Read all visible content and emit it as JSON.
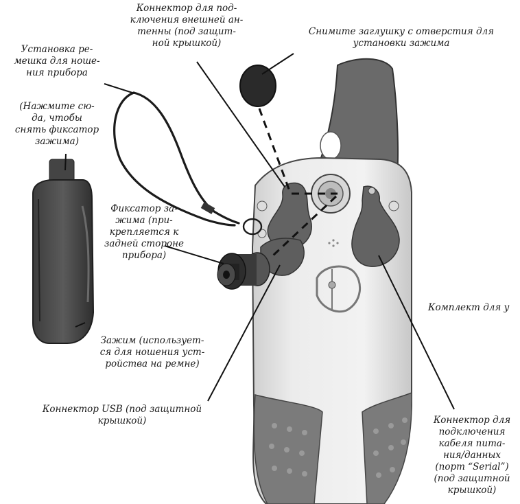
{
  "callouts": {
    "antenna_connector": [
      "Коннектор для под-",
      "ключения внешней ан-",
      "тенны (под защит-",
      "ной крышкой)"
    ],
    "remove_plug": [
      "Снимите заглушку с отверстия для",
      "установки зажима"
    ],
    "lanyard": [
      "Установка ре-",
      "мешка для ноше-",
      "ния прибора"
    ],
    "clip_release": [
      "(Нажмите сю-",
      "да, чтобы",
      "снять фиксатор",
      "зажима)"
    ],
    "clip_lock": [
      "Фиксатор за-",
      "жима (при-",
      "крепляется к",
      "задней стороне",
      "прибора)"
    ],
    "kit": [
      "Комплект для у"
    ],
    "belt_clip": [
      "Зажим (использует-",
      "ся для ношения уст-",
      "ройства на ремне)"
    ],
    "usb_connector": [
      "Коннектор USB (под защитной",
      "крышкой)"
    ],
    "serial_connector": [
      "Коннектор для",
      "подключения",
      "кабеля пита-",
      "ния/данных",
      "(порт “Serial”)",
      "(под защитной",
      "крышкой)"
    ]
  }
}
